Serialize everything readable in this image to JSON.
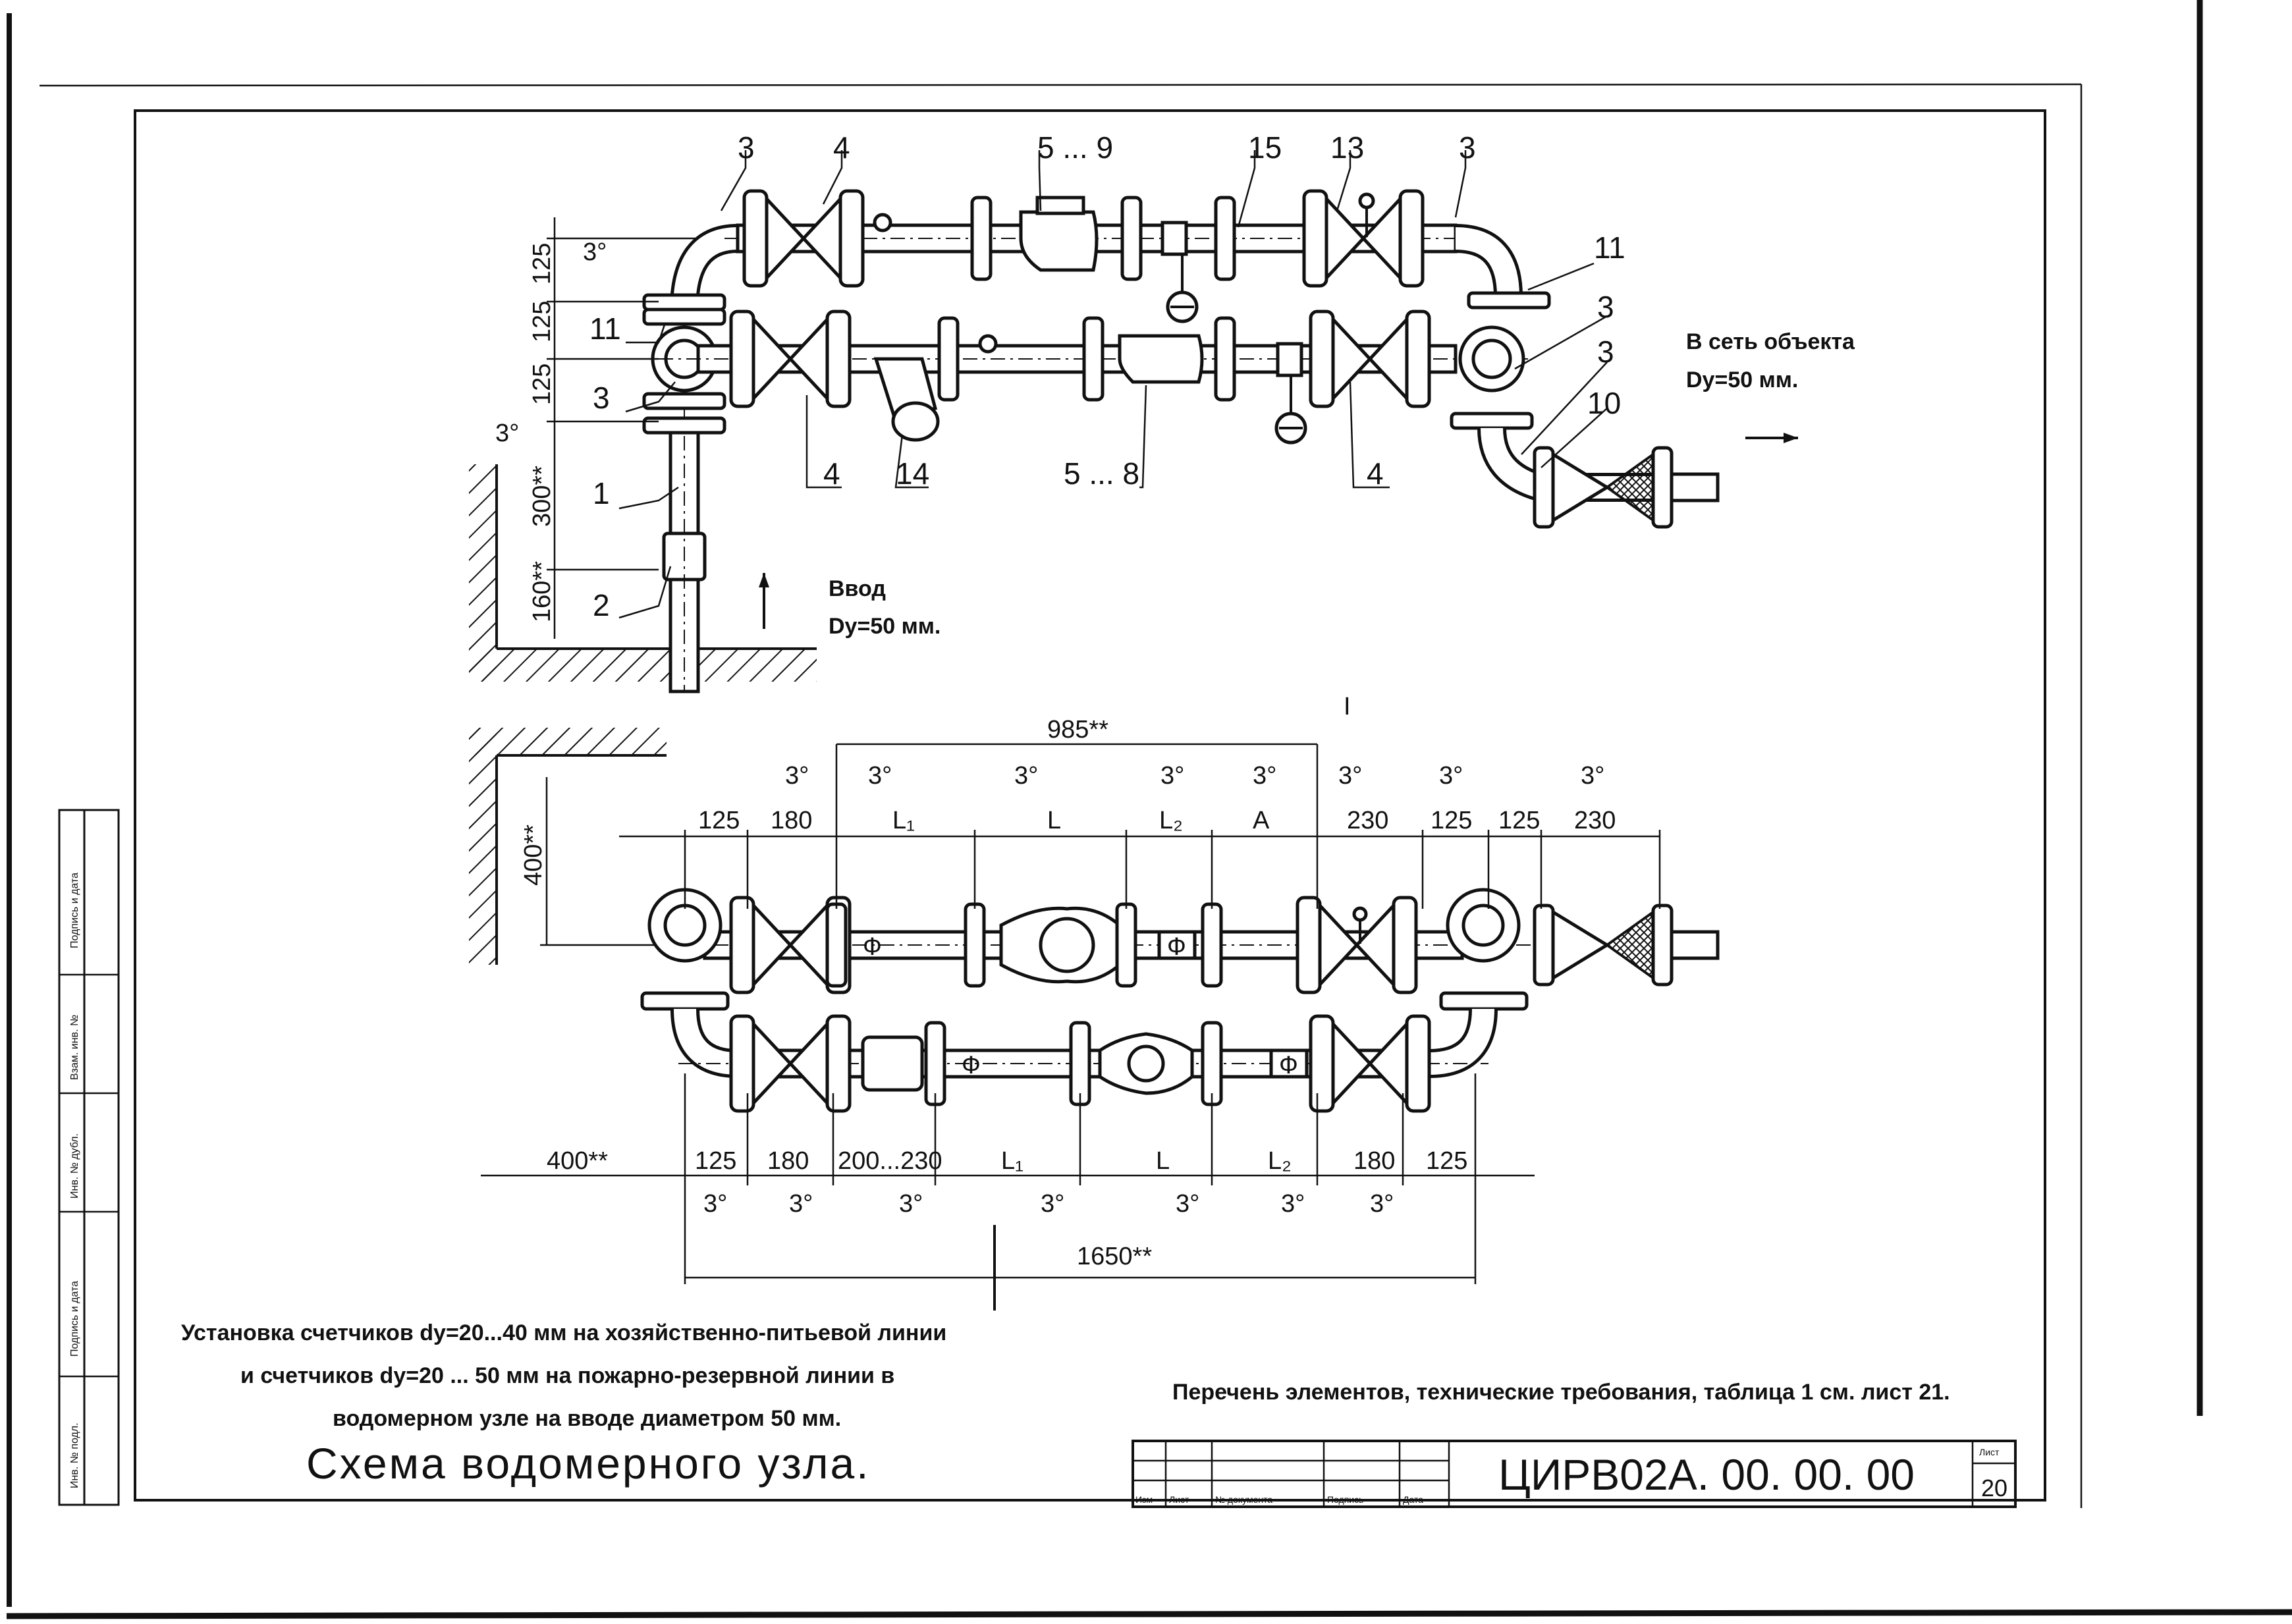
{
  "upper_plan": {
    "callouts": {
      "top_left_3": "3",
      "top_4": "4",
      "top_5_9": "5 ... 9",
      "top_15": "15",
      "top_13": "13",
      "top_right_3": "3",
      "right_11": "11",
      "right_3a": "3",
      "right_3b": "3",
      "right_10": "10",
      "left_11": "11",
      "left_3": "3",
      "left_1": "1",
      "left_2": "2",
      "bottom_4a": "4",
      "bottom_14": "14",
      "bottom_5_8": "5 ... 8",
      "bottom_4b": "4"
    },
    "dimensions": {
      "d125_top": "125",
      "d125_mid": "125",
      "d125_low": "125",
      "d300": "300**",
      "d160": "160**",
      "angle_top": "3°",
      "angle_low": "3°"
    },
    "inlet_label": [
      "Ввод",
      "Dy=50 мм."
    ],
    "outlet_label": [
      "В сеть объекта",
      "Dy=50 мм."
    ]
  },
  "lower_plan": {
    "overall_top": "985**",
    "wall_offset": "400**",
    "top_segments": [
      "125",
      "180",
      "L₁",
      "L",
      "L₂",
      "A",
      "230",
      "125",
      "125",
      "230"
    ],
    "top_angles": [
      "3°",
      "3°",
      "3°",
      "3°",
      "3°",
      "3°",
      "3°",
      "3°"
    ],
    "bottom_segments": [
      "400**",
      "125",
      "180",
      "200...230",
      "L₁",
      "L",
      "L₂",
      "180",
      "125"
    ],
    "bottom_angles": [
      "3°",
      "3°",
      "3°",
      "3°",
      "3°",
      "3°",
      "3°"
    ],
    "overall_bottom": "1650**",
    "phi_mark": "Ф",
    "tick_mark": "I"
  },
  "caption": {
    "line1": "Установка счетчиков dy=20...40 мм на хозяйственно-питьевой линии",
    "line2": "и счетчиков dy=20 ... 50 мм на пожарно-резервной линии в",
    "line3": "водомерном узле на вводе диаметром 50 мм.",
    "title": "Схема водомерного узла."
  },
  "note": "Перечень элементов, технические требования, таблица 1 см. лист 21.",
  "title_block": {
    "designation": "ЦИРВ02А. 00. 00. 00",
    "sheet_label": "Лист",
    "sheet_number": "20",
    "columns": [
      "Изм",
      "Лист",
      "№ документа",
      "Подпись",
      "Дата"
    ]
  },
  "side_stamp": [
    "Подпись и дата",
    "Взам. инв. №",
    "Инв. № дубл.",
    "Подпись и дата",
    "Инв. № подл."
  ]
}
